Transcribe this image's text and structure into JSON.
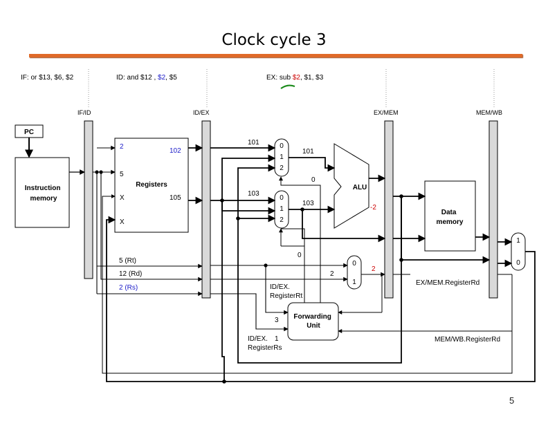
{
  "slide": {
    "title": "Clock cycle 3",
    "page_number": "5"
  },
  "stages": {
    "if": "IF: or $13, $6, $2",
    "id_prefix": "ID: and $12 , ",
    "id_reg": "$2",
    "id_suffix": ", $5",
    "ex_prefix": "EX: sub ",
    "ex_reg": "$2",
    "ex_suffix": ", $1, $3"
  },
  "pipeline_registers": [
    "IF/ID",
    "ID/EX",
    "EX/MEM",
    "MEM/WB"
  ],
  "blocks": {
    "pc": "PC",
    "instruction_memory": [
      "Instruction",
      "memory"
    ],
    "registers": "Registers",
    "alu": "ALU",
    "data_memory": [
      "Data",
      "memory"
    ],
    "forwarding_unit": [
      "Forwarding",
      "Unit"
    ]
  },
  "register_file": {
    "read_reg1": "2",
    "read_reg2": "5",
    "write_reg": "X",
    "write_data": "X",
    "read_data1": "102",
    "read_data2": "105"
  },
  "mux_inputs": {
    "alu_mux_a": [
      "0",
      "1",
      "2"
    ],
    "alu_mux_b": [
      "0",
      "1",
      "2"
    ],
    "regdst_mux": [
      "0",
      "1"
    ],
    "wb_mux": [
      "1",
      "0"
    ]
  },
  "signals": {
    "a_in": "101",
    "a_out": "101",
    "forward_a": "0",
    "b_in": "103",
    "b_out": "103",
    "forward_b": "0",
    "alu_result": "-2",
    "regdst_out": "2",
    "regdst_sel": "2",
    "rt": "5 (Rt)",
    "rd": "12 (Rd)",
    "rs": "2 (Rs)",
    "idex_rt": [
      "ID/EX.",
      "RegisterRt"
    ],
    "idex_rs": [
      "ID/EX.",
      "RegisterRs"
    ],
    "rt_val": "3",
    "rs_val": "1",
    "exmem_rd": "EX/MEM.RegisterRd",
    "memwb_rd": "MEM/WB.RegisterRd"
  },
  "colors": {
    "title_rule": "#e06a28",
    "highlight_red": "#cc0000",
    "highlight_blue": "#1a1ac8",
    "annotation_green": "#1a8a1a",
    "pipeline_register_fill": "#d9d9d9"
  }
}
